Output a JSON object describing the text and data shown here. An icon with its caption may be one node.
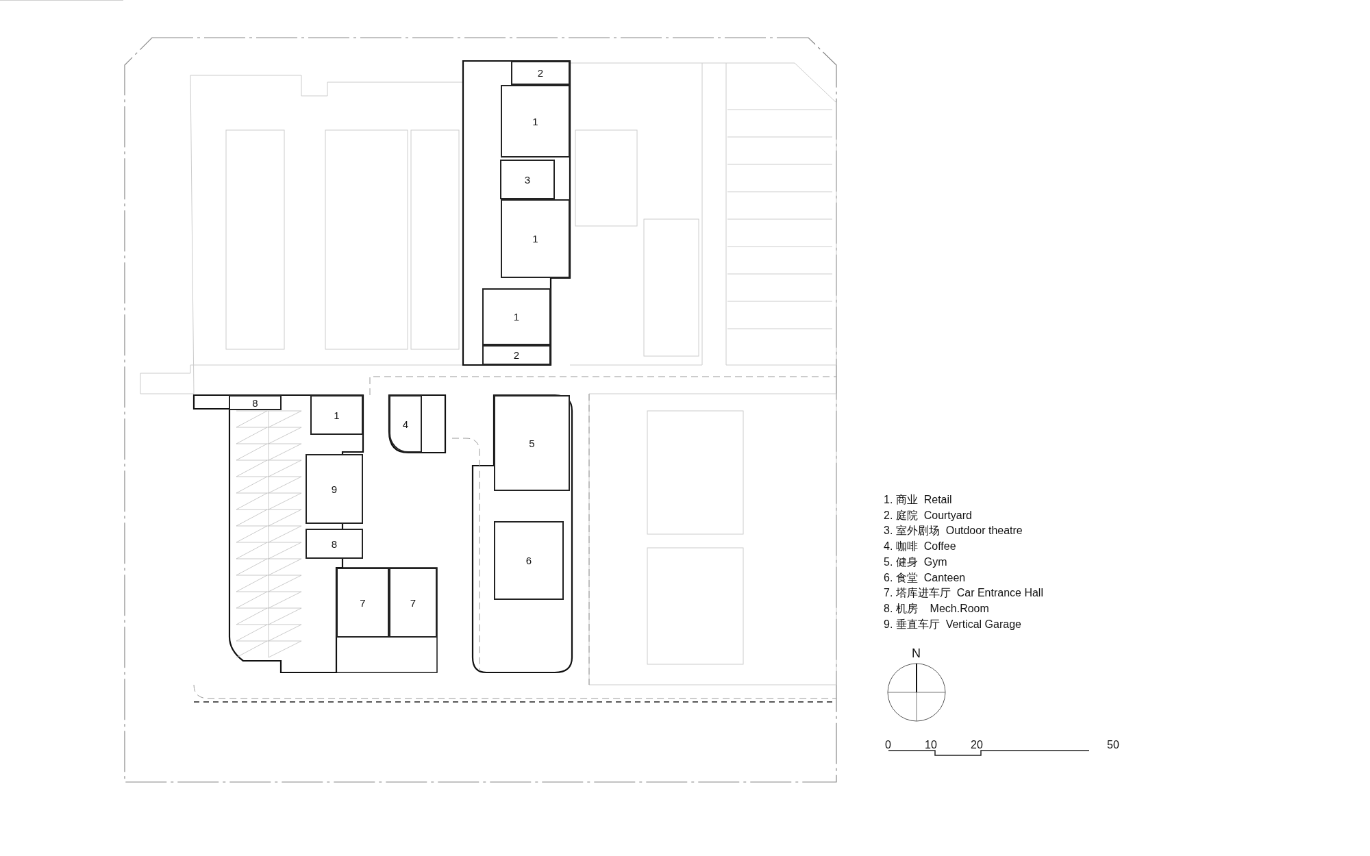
{
  "diagram": {
    "nodes": [
      {
        "text": [
          "2"
        ]
      },
      {
        "text": [
          "1"
        ]
      },
      {
        "text": [
          "3"
        ]
      },
      {
        "text": [
          "1"
        ]
      },
      {
        "text": [
          "1"
        ]
      },
      {
        "text": [
          "2"
        ]
      },
      {
        "text": [
          "8"
        ]
      },
      {
        "text": [
          "1"
        ]
      },
      {
        "text": [
          "4"
        ]
      },
      {
        "text": [
          "5"
        ]
      },
      {
        "text": [
          "9"
        ]
      },
      {
        "text": [
          "8"
        ]
      },
      {
        "text": [
          "7"
        ]
      },
      {
        "text": [
          "7"
        ]
      },
      {
        "text": [
          "6"
        ]
      }
    ],
    "edges": [],
    "labels": [
      "1. 商业  Retail",
      "2. 庭院  Courtyard",
      "3. 室外剧场  Outdoor theatre",
      "4. 咖啡  Coffee",
      "5. 健身  Gym",
      "6. 食堂  Canteen",
      "7. 塔库进车厅  Car Entrance Hall",
      "8. 机房    Mech.Room",
      "9. 垂直车厅  Vertical Garage",
      "N",
      "0",
      "10",
      "20",
      "50"
    ]
  }
}
